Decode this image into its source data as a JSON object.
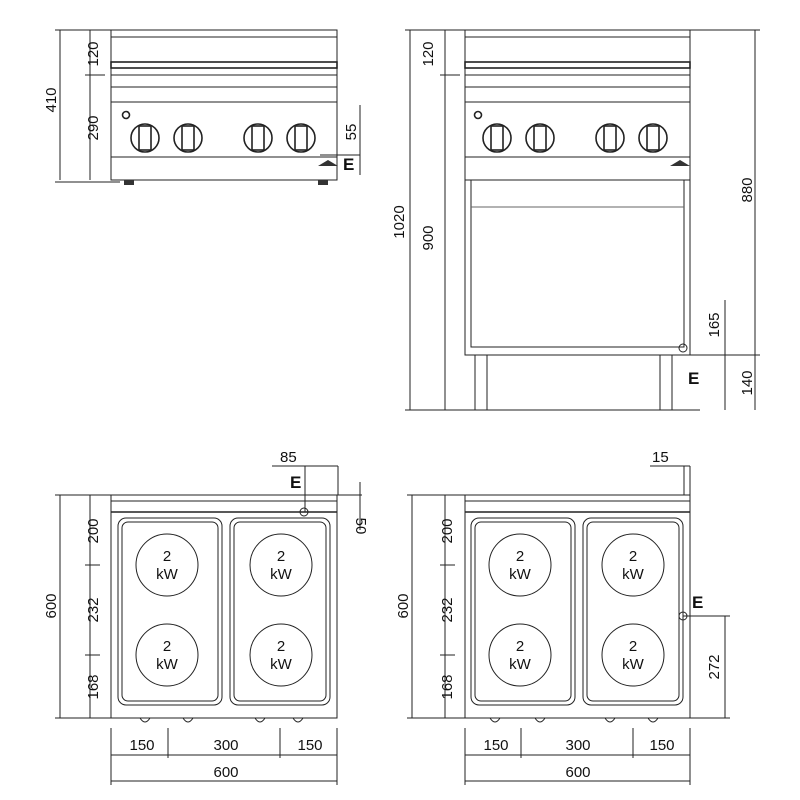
{
  "front_view": {
    "dims": {
      "top": "120",
      "lower": "290",
      "total": "410",
      "connection": "55",
      "connection_label": "E"
    }
  },
  "side_view": {
    "dims": {
      "top": "120",
      "lower": "900",
      "total": "1020",
      "right_total": "880",
      "connection": "165",
      "legs": "140",
      "connection_label": "E"
    }
  },
  "plan_view_left": {
    "dims": {
      "rear": "200",
      "middle": "232",
      "front": "168",
      "depth": "600",
      "side_left": "150",
      "center": "300",
      "side_right": "150",
      "width": "600",
      "conn_x": "85",
      "conn_y": "50",
      "connection_label": "E"
    },
    "plates": [
      {
        "power": "2",
        "unit": "kW"
      },
      {
        "power": "2",
        "unit": "kW"
      },
      {
        "power": "2",
        "unit": "kW"
      },
      {
        "power": "2",
        "unit": "kW"
      }
    ]
  },
  "plan_view_right": {
    "dims": {
      "rear": "200",
      "middle": "232",
      "front": "168",
      "depth": "600",
      "side_left": "150",
      "center": "300",
      "side_right": "150",
      "width": "600",
      "conn_x": "15",
      "conn_y": "272",
      "connection_label": "E"
    },
    "plates": [
      {
        "power": "2",
        "unit": "kW"
      },
      {
        "power": "2",
        "unit": "kW"
      },
      {
        "power": "2",
        "unit": "kW"
      },
      {
        "power": "2",
        "unit": "kW"
      }
    ]
  }
}
